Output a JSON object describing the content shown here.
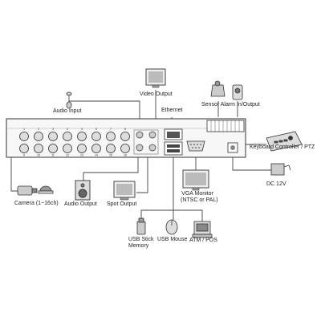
{
  "labels": {
    "audio_input": "Audio Input",
    "video_output": "Video Output",
    "ethernet": "Ethernet",
    "sensor_alarm": "Sensor Alarm In/Output",
    "keyboard": "Keyboard Controller / PTZ",
    "camera": "Camera (1~16ch)",
    "audio_output": "Audio Output",
    "spot_output": "Spot Output",
    "vga_monitor_line1": "VGA Monitor",
    "vga_monitor_line2": "(NTSC or PAL)",
    "dc": "DC 12V",
    "usb_stick_line1": "USB Stick",
    "usb_stick_line2": "Memory",
    "usb_mouse": "USB Mouse",
    "atm_pos": "ATM / POS"
  },
  "panel": {
    "top_channel_numbers": [
      "1",
      "2",
      "3",
      "4",
      "5",
      "6",
      "7",
      "8"
    ],
    "bottom_channel_numbers": [
      "9",
      "10",
      "11",
      "12",
      "13",
      "14",
      "15",
      "16"
    ]
  },
  "icons": {
    "microphone": "microphone-icon",
    "monitor": "monitor-icon",
    "speaker": "speaker-icon",
    "siren": "siren-icon",
    "camera": "camera-icon",
    "keyboard": "ptz-keyboard-icon",
    "adapter": "power-adapter-icon",
    "usb": "usb-stick-icon",
    "mouse": "mouse-icon",
    "pos": "pos-terminal-icon"
  }
}
